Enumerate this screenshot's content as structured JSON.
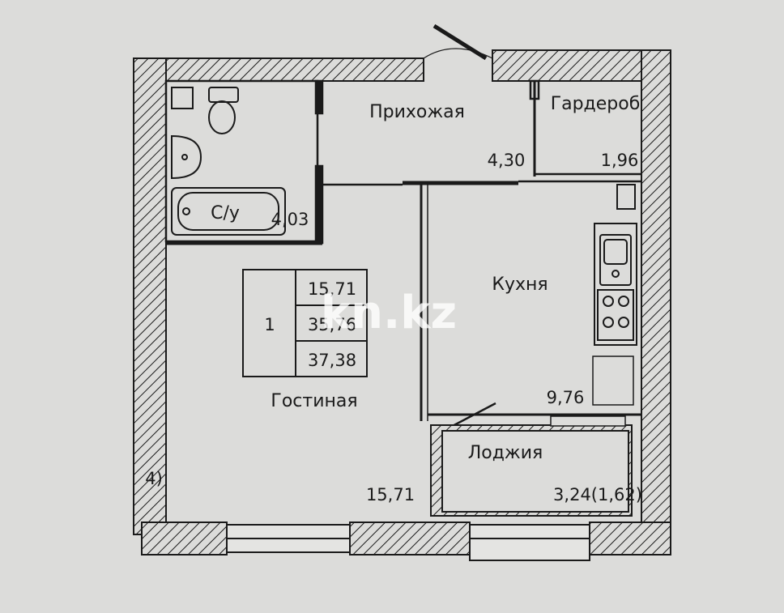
{
  "plan": {
    "rooms": {
      "hallway": {
        "name": "Прихожая",
        "area": "4,30"
      },
      "wardrobe": {
        "name": "Гардероб",
        "area": "1,96"
      },
      "bathroom": {
        "name": "С/у",
        "area": "4,03"
      },
      "kitchen": {
        "name": "Кухня",
        "area": "9,76"
      },
      "living": {
        "name": "Гостиная",
        "area": "15,71"
      },
      "loggia": {
        "name": "Лоджия",
        "area": "3,24(1,62)"
      }
    },
    "summary": {
      "rooms_count": "1",
      "living_area": "15,71",
      "total_area": "35,76",
      "total_with_loggia": "37,38"
    },
    "edge_fragment": "4)",
    "watermark": "kn.kz",
    "colors": {
      "background": "#dcdcda",
      "line": "#1a1a1a",
      "watermark": "#ffffff"
    }
  }
}
